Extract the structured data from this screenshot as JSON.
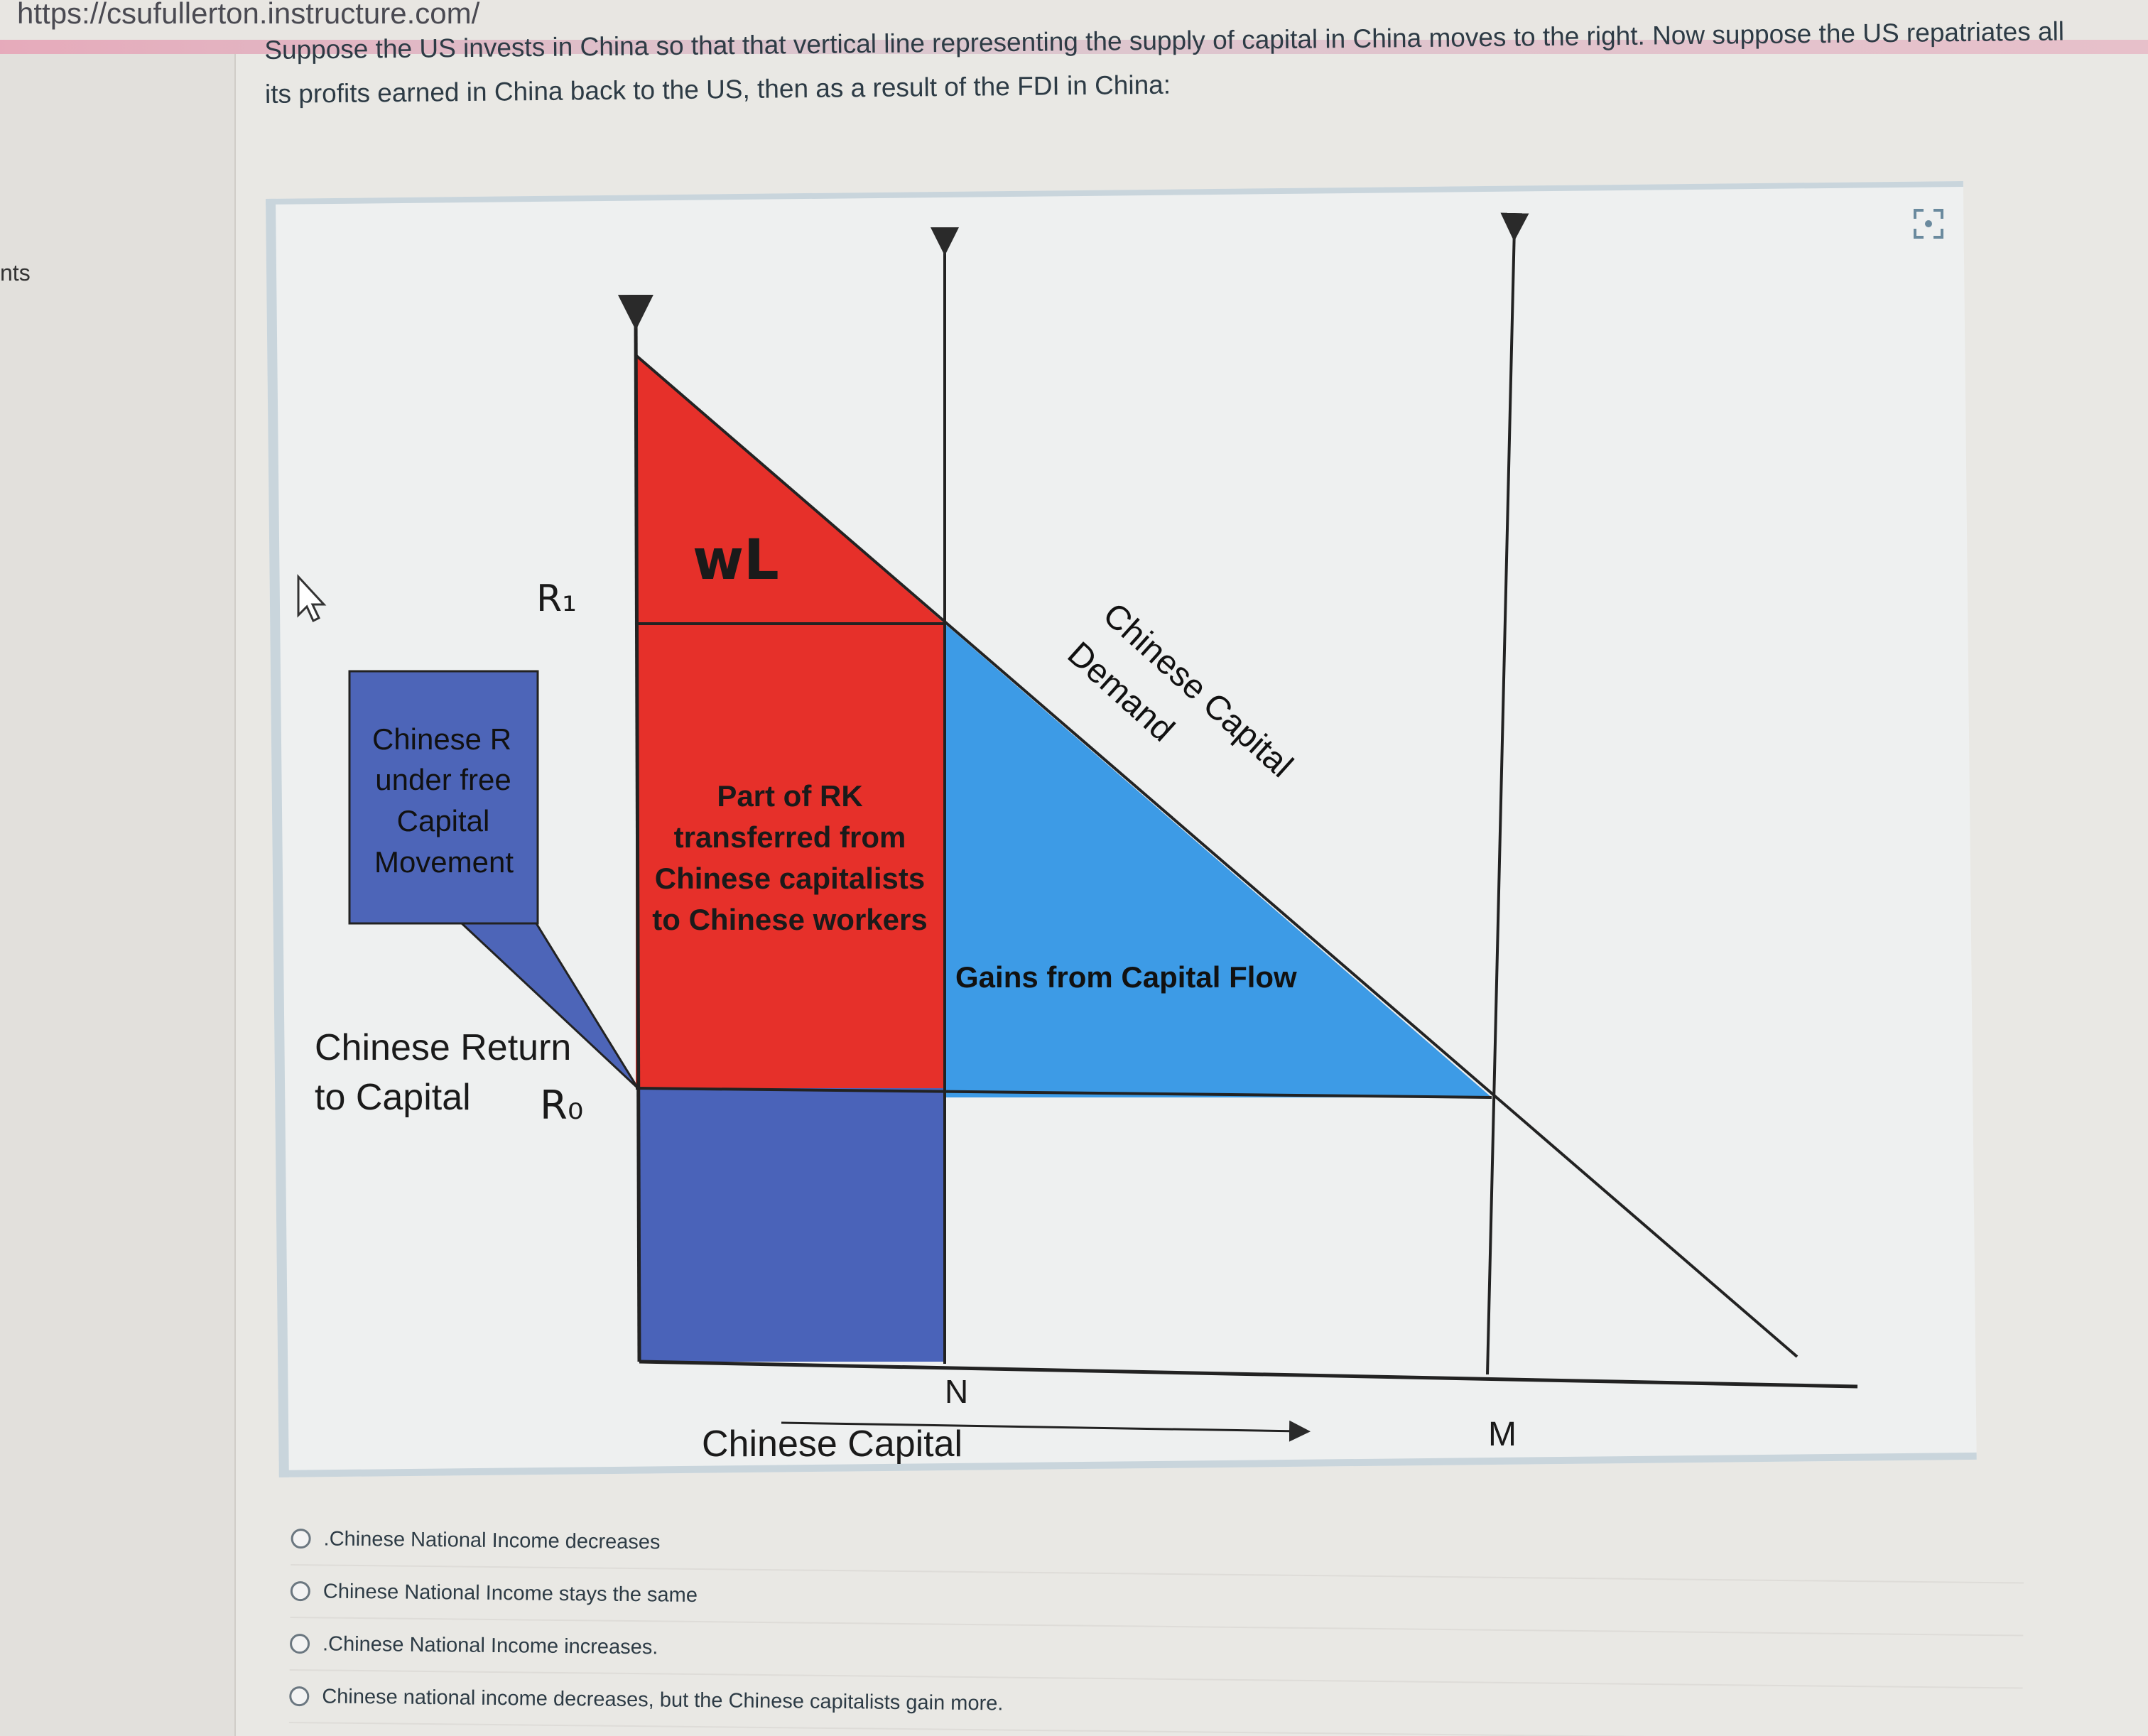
{
  "browser": {
    "url_fragment": "https://csufullerton.instructure.com/"
  },
  "sidebar": {
    "points_fragment": "nts"
  },
  "question": {
    "text": "Suppose the US invests in China so that that vertical line representing the supply of capital in China moves to the right. Now suppose the US repatriates all its profits earned in China back to the US, then as a result of the FDI in China:"
  },
  "diagram": {
    "labels": {
      "wl": "wL",
      "r1": "R₁",
      "callout": [
        "Chinese R",
        "under free",
        "Capital",
        "Movement"
      ],
      "part_of_rk": [
        "Part of RK",
        "transferred from",
        "Chinese capitalists",
        "to Chinese workers"
      ],
      "demand_line1": "Chinese Capital",
      "demand_line2": "Demand",
      "gains": "Gains from Capital Flow",
      "chinese_return_line1": "Chinese Return",
      "chinese_return_line2": "to Capital",
      "r0": "R₀",
      "n": "N",
      "m": "M",
      "x_axis": "Chinese Capital"
    },
    "colors": {
      "red": "#e6302a",
      "blue_light": "#3d9be6",
      "blue_dark": "#4a63b9",
      "callout_fill": "#4d65b8",
      "line": "#2a2a2a"
    }
  },
  "answers": [
    {
      "label": ".Chinese National Income decreases"
    },
    {
      "label": "Chinese National Income stays the same"
    },
    {
      "label": ".Chinese National Income increases."
    },
    {
      "label": "Chinese national income decreases, but the Chinese capitalists gain more."
    }
  ],
  "icons": {
    "expand": "expand-icon",
    "cursor": "mouse-pointer-icon"
  }
}
